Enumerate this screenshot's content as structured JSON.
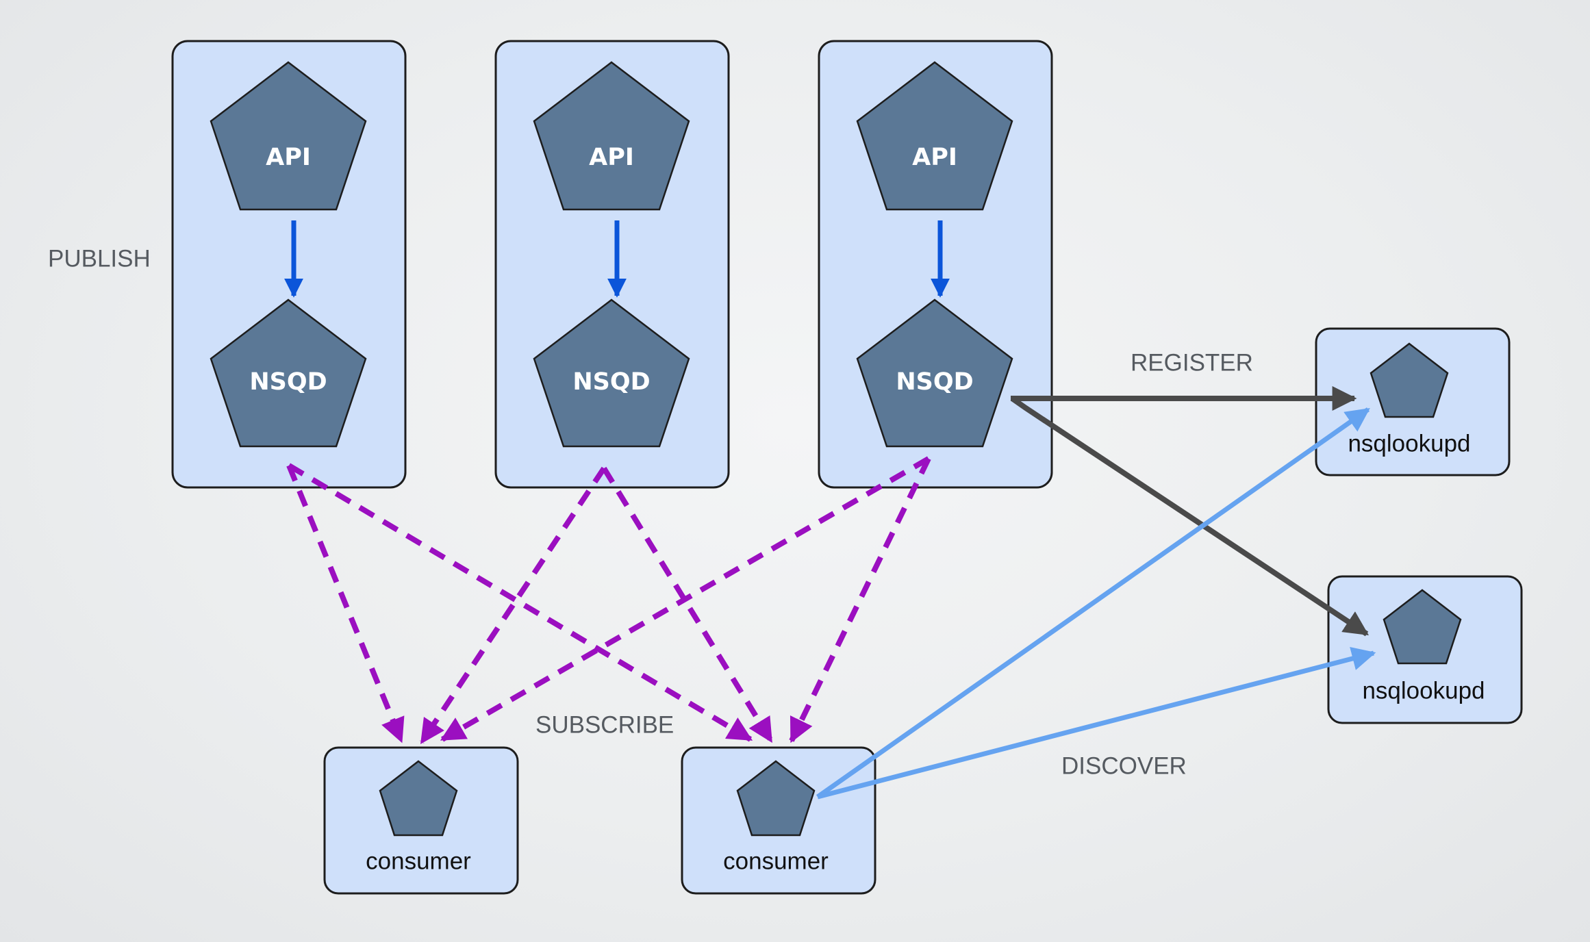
{
  "labels": {
    "publish": "PUBLISH",
    "subscribe": "SUBSCRIBE",
    "register": "REGISTER",
    "discover": "DISCOVER"
  },
  "nodes": {
    "api_label": "API",
    "nsqd_label": "NSQD",
    "nsqlookupd_label": "nsqlookupd",
    "consumer_label": "consumer"
  },
  "colors": {
    "publish": "#0b55d9",
    "subscribe": "#9b0fc0",
    "register": "#4a4a4a",
    "discover": "#65a3f0",
    "box_fill": "#cfe0fa",
    "pentagon_fill": "#5b7896"
  }
}
